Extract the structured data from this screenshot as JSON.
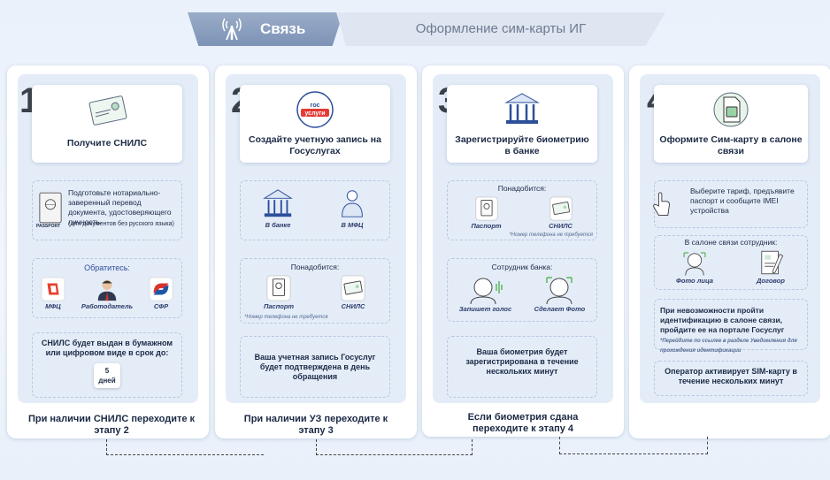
{
  "tabs": {
    "active": "Связь",
    "inactive": "Оформление сим-карты ИГ"
  },
  "steps": [
    {
      "num": "1",
      "title": "Получите СНИЛС",
      "box1": "Подготовьте нотариально-заверенный перевод документа, удостоверяющего личность",
      "box1_note": "(для документов без русского языка)",
      "passport": "PASSPORT",
      "box2_title": "Обратитесь:",
      "contacts": [
        "МФЦ",
        "Работодатель",
        "СФР"
      ],
      "box3": "СНИЛС будет выдан в бумажном или цифровом виде в срок до:",
      "days_num": "5",
      "days": "дней",
      "footer": "При наличии СНИЛС переходите к этапу 2"
    },
    {
      "num": "2",
      "title": "Создайте учетную запись на Госуслугах",
      "logo1": "гос",
      "logo2": "услуги",
      "places": [
        "В банке",
        "В МФЦ"
      ],
      "need_title": "Понадобится:",
      "docs": [
        "Паспорт",
        "СНИЛС"
      ],
      "note": "*Номер телефона не требуется",
      "result": "Ваша учетная запись Госуслуг будет подтверждена в день обращения",
      "footer": "При наличии УЗ переходите к этапу 3"
    },
    {
      "num": "3",
      "title": "Зарегистрируйте биометрию в банке",
      "need_title": "Понадобится:",
      "docs": [
        "Паспорт",
        "СНИЛС"
      ],
      "note": "*Номер телефона не требуется",
      "staff_title": "Сотрудник банка:",
      "staff": [
        "Запишет голос",
        "Сделает Фото"
      ],
      "result": "Ваша биометрия будет зарегистрирована в течение нескольких минут",
      "footer": "Если биометрия сдана переходите к этапу 4"
    },
    {
      "num": "4",
      "title": "Оформите Сим-карту в салоне связи",
      "choose": "Выберите тариф, предъявите паспорт и сообщите IMEI устройства",
      "salon_title": "В салоне связи сотрудник:",
      "salon": [
        "Фото лица",
        "Договор"
      ],
      "fail": "При невозможности пройти идентификацию в салоне связи, пройдите ее на портале Госуслуг",
      "fail_note": "*Перейдите по ссылке в разделе Уведомления для прохождения идентификации",
      "result": "Оператор активирует SIM-карту в течение нескольких минут"
    }
  ],
  "colors": {
    "accent": "#2d4f9a",
    "tab_active": "#8a9fc0"
  }
}
